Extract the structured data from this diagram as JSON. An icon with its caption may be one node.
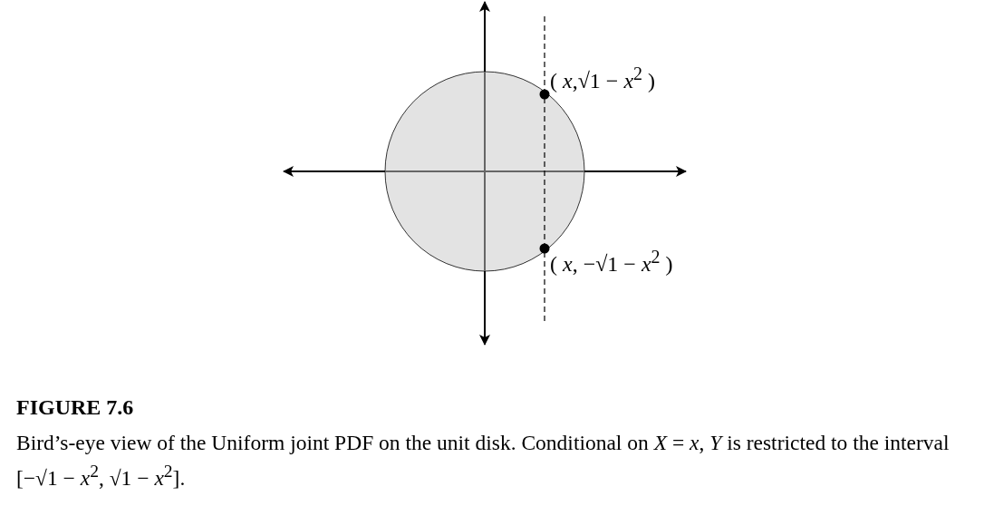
{
  "diagram": {
    "title": "FIGURE 7.6",
    "caption": "Bird’s-eye view of the Uniform joint PDF on the unit disk. Conditional on *X* = *x*, *Y* is restricted to the interval [−√1 − *x*$^{2}$, √1 − *x*$^{2}$].",
    "labels": [
      "( *x*,√1 − *x*$^{2}$ )",
      "( *x*, −√1 − *x*$^{2}$ )"
    ]
  }
}
